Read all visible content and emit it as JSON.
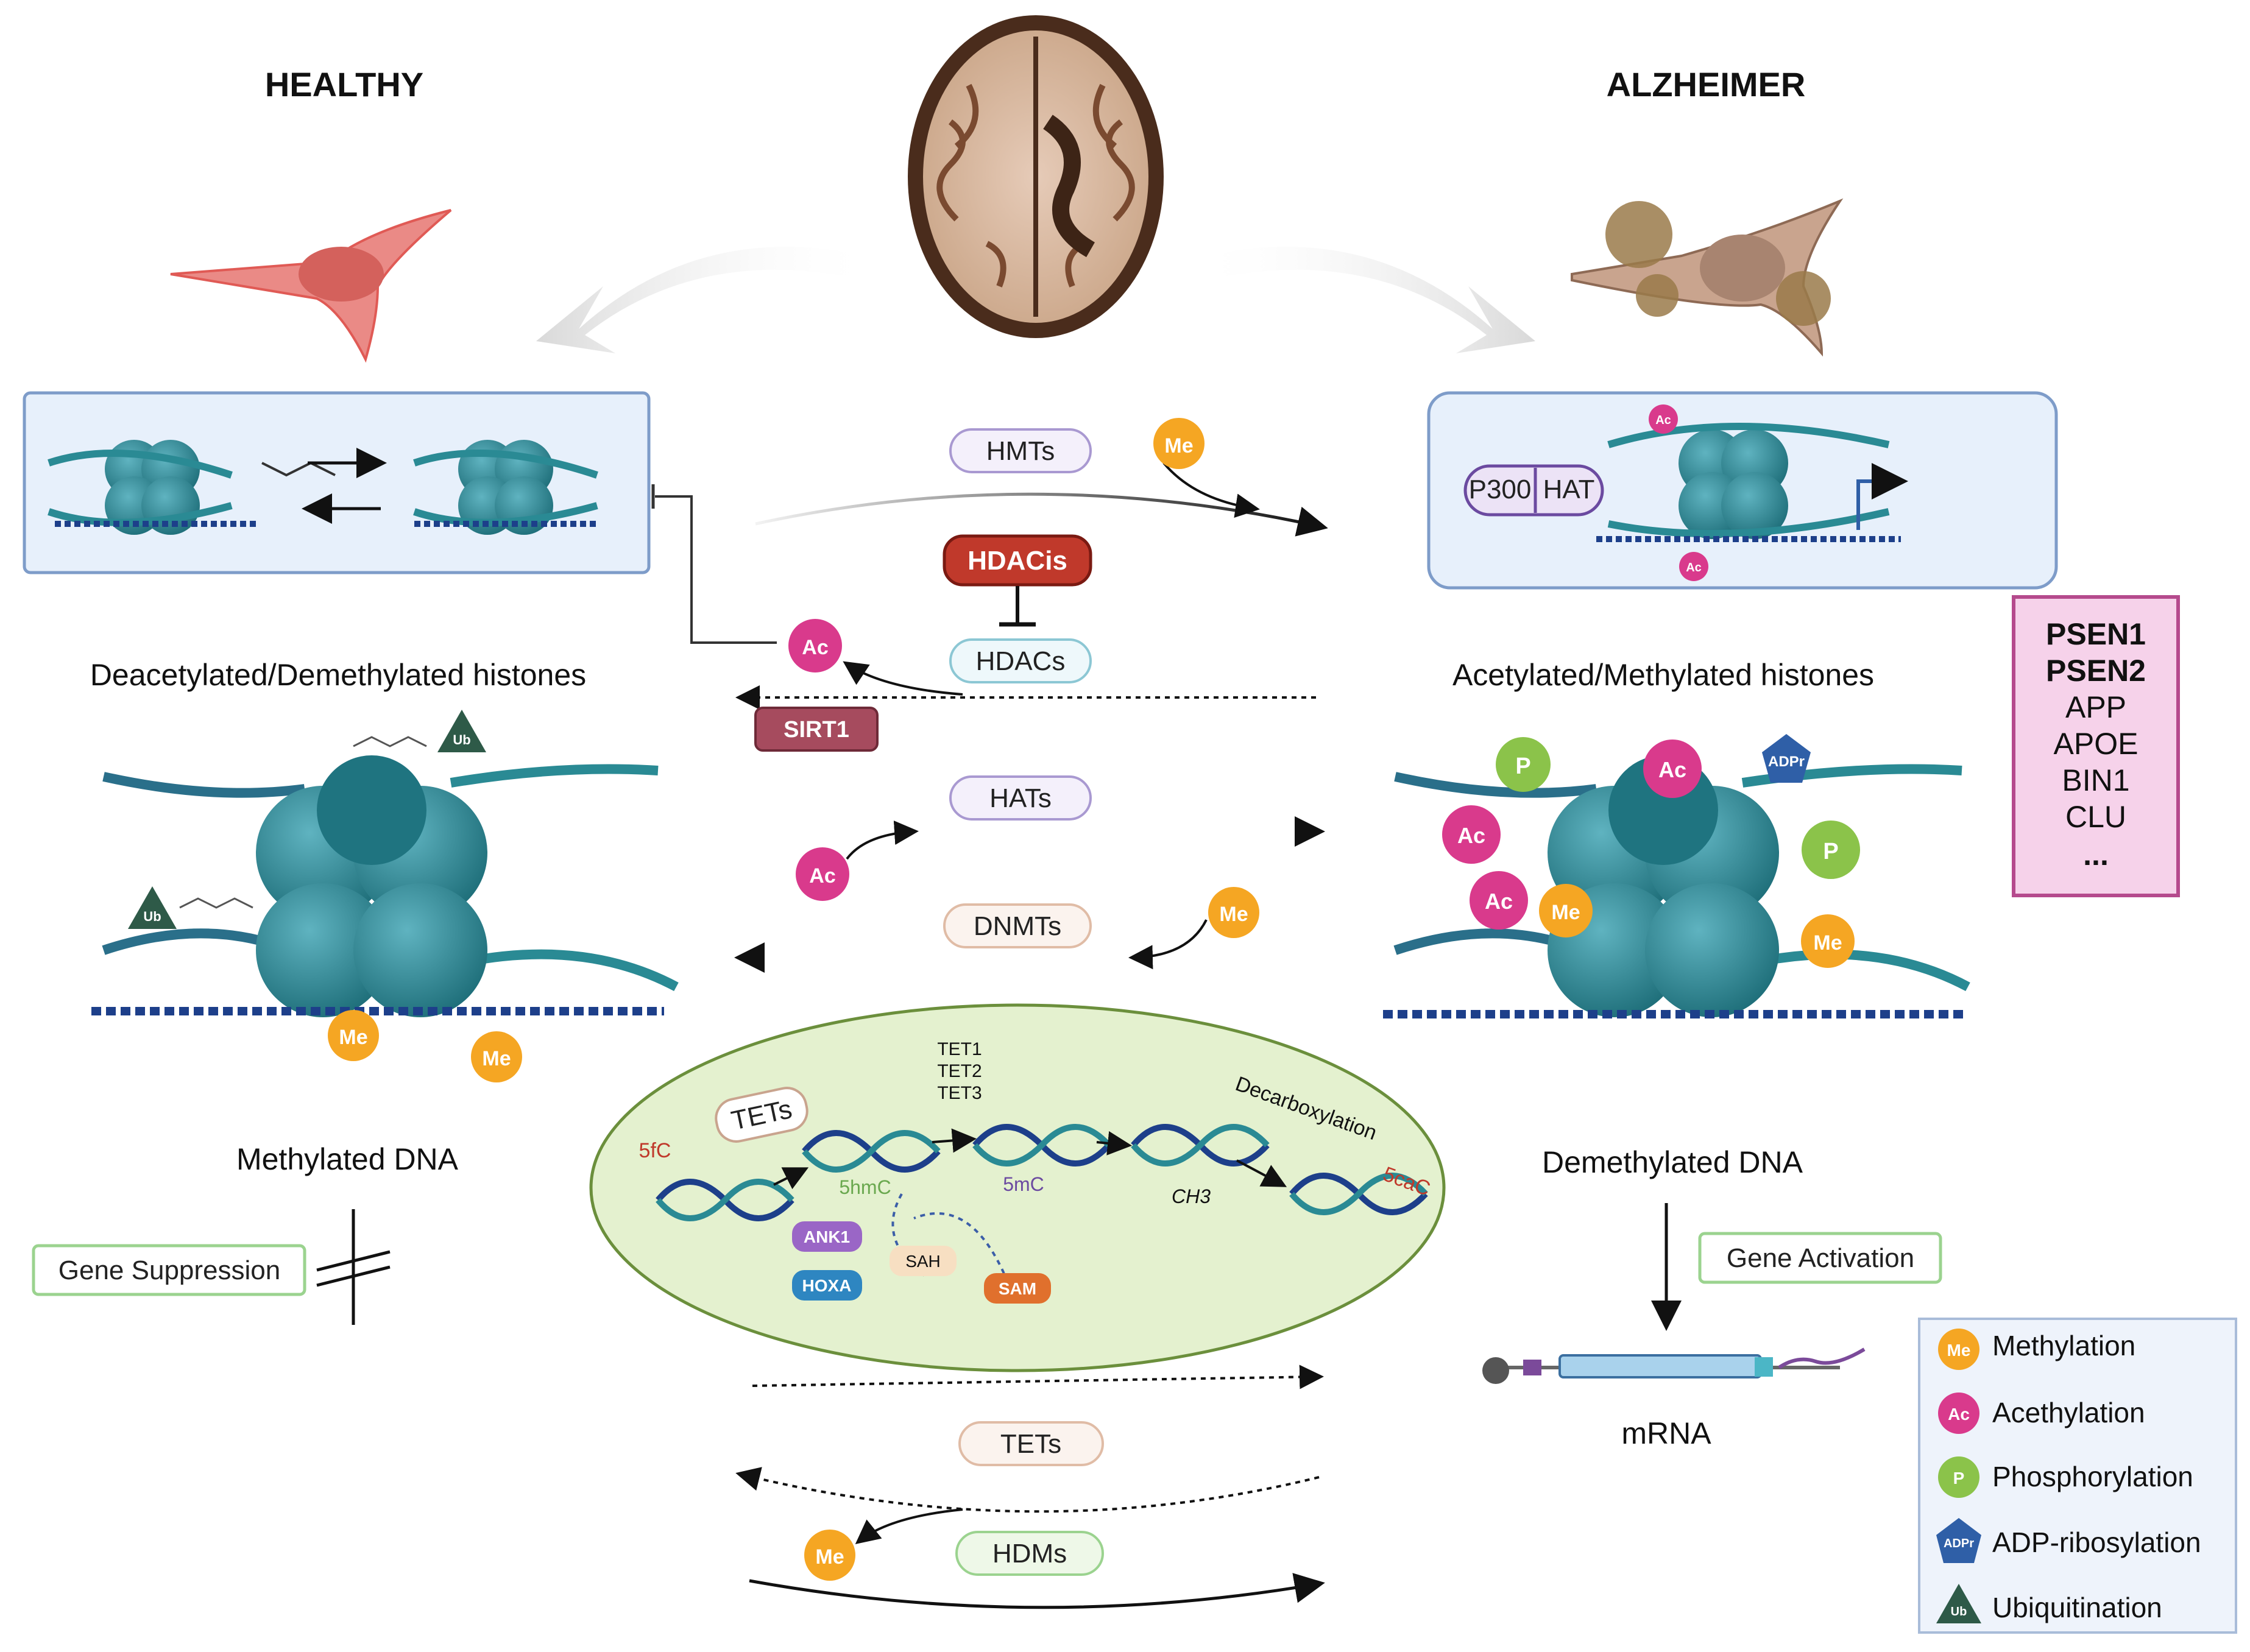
{
  "titles": {
    "healthy": "HEALTHY",
    "alzheimer": "ALZHEIMER"
  },
  "histone_labels": {
    "left": "Deacetylated/Demethylated histones",
    "right": "Acetylated/Methylated histones"
  },
  "dna_labels": {
    "left": "Methylated DNA",
    "right": "Demethylated DNA"
  },
  "outcomes": {
    "suppression": "Gene Suppression",
    "activation": "Gene Activation",
    "mrna": "mRNA"
  },
  "enzymes": {
    "hmts": "HMTs",
    "hdacis": "HDACis",
    "hdacs": "HDACs",
    "sirt1": "SIRT1",
    "hats": "HATs",
    "dnmts": "DNMTs",
    "tets_bottom": "TETs",
    "hdms": "HDMs",
    "p300": "P300",
    "hat": "HAT"
  },
  "genes": {
    "bold": [
      "PSEN1",
      "PSEN2"
    ],
    "regular": [
      "APP",
      "APOE",
      "BIN1",
      "CLU",
      "..."
    ]
  },
  "marks": {
    "me": "Me",
    "ac": "Ac",
    "p": "P",
    "ub": "Ub",
    "adpr": "ADPr"
  },
  "cycle": {
    "tets": "TETs",
    "tet1": "TET1",
    "tet2": "TET2",
    "tet3": "TET3",
    "f5c": "5fC",
    "hmc5": "5hmC",
    "mc5": "5mC",
    "ch3": "CH3",
    "decarboxylation": "Decarboxylation",
    "cac5": "5caC",
    "ank1": "ANK1",
    "hoxa": "HOXA",
    "sah": "SAH",
    "sam": "SAM"
  },
  "legend": [
    {
      "badge": "Me",
      "label": "Methylation",
      "color": "#f5a623"
    },
    {
      "badge": "Ac",
      "label": "Acethylation",
      "color": "#d93a8c"
    },
    {
      "badge": "P",
      "label": "Phosphorylation",
      "color": "#8bc34a"
    },
    {
      "badge": "ADPr",
      "label": "ADP-ribosylation",
      "color": "#2f5fa7"
    },
    {
      "badge": "Ub",
      "label": "Ubiquitination",
      "color": "#2e5a48"
    }
  ],
  "colors": {
    "me": "#f5a623",
    "ac": "#d93a8c",
    "p": "#8bc34a",
    "adpr": "#2f5fa7",
    "ub": "#2e5a48",
    "hdacis": "#c0392b",
    "sirt1": "#a64b5e",
    "genes_box": "#f6d2ea"
  }
}
